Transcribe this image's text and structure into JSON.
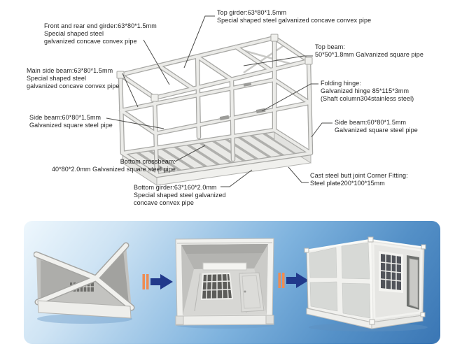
{
  "diagram": {
    "labels": [
      {
        "id": "front-rear-girder",
        "text": "Front and rear end girder:63*80*1.5mm\nSpecial shaped steel\ngalvanized concave convex pipe"
      },
      {
        "id": "top-girder",
        "text": "Top girder:63*80*1.5mm\nSpecial shaped steel galvanized concave convex pipe"
      },
      {
        "id": "top-beam",
        "text": "Top beam:\n50*50*1.8mm Galvanized square pipe"
      },
      {
        "id": "main-side-beam",
        "text": "Main side beam:63*80*1.5mm\nSpecial shaped steel\ngalvanized concave convex pipe"
      },
      {
        "id": "folding-hinge",
        "text": "Folding hinge:\nGalvanized hinge 85*115*3mm\n(Shaft column304stainless steel)"
      },
      {
        "id": "side-beam-left",
        "text": "Side beam:60*80*1.5mm\nGalvanized square steel pipe"
      },
      {
        "id": "side-beam-right",
        "text": "Side beam:60*80*1.5mm\nGalvanized square steel pipe"
      },
      {
        "id": "bottom-crossbeam",
        "text": "Bottom crossbeam:\n40*80*2.0mm Galvanized square steel pipe"
      },
      {
        "id": "bottom-girder",
        "text": "Bottom girder:63*160*2.0mm\nSpecial shaped steel galvanized\nconcave convex pipe"
      },
      {
        "id": "corner-fitting",
        "text": "Cast steel butt joint Corner Fitting:\nSteel plate200*100*15mm"
      }
    ]
  },
  "process": {
    "photos": [
      {
        "name": "folded-container"
      },
      {
        "name": "half-unfolded-container"
      },
      {
        "name": "assembled-container"
      }
    ],
    "arrow_icon": "right-arrow"
  },
  "colors": {
    "accent_orange": "#ee8c52",
    "accent_navy": "#21398b",
    "band_blue_light": "#eef7fd",
    "band_blue_mid": "#7fb3de",
    "band_blue_dark": "#3a76b4",
    "steel_light": "#ebebe8",
    "steel_shadow": "#a7a7a4",
    "label_text": "#1f1f1f"
  }
}
